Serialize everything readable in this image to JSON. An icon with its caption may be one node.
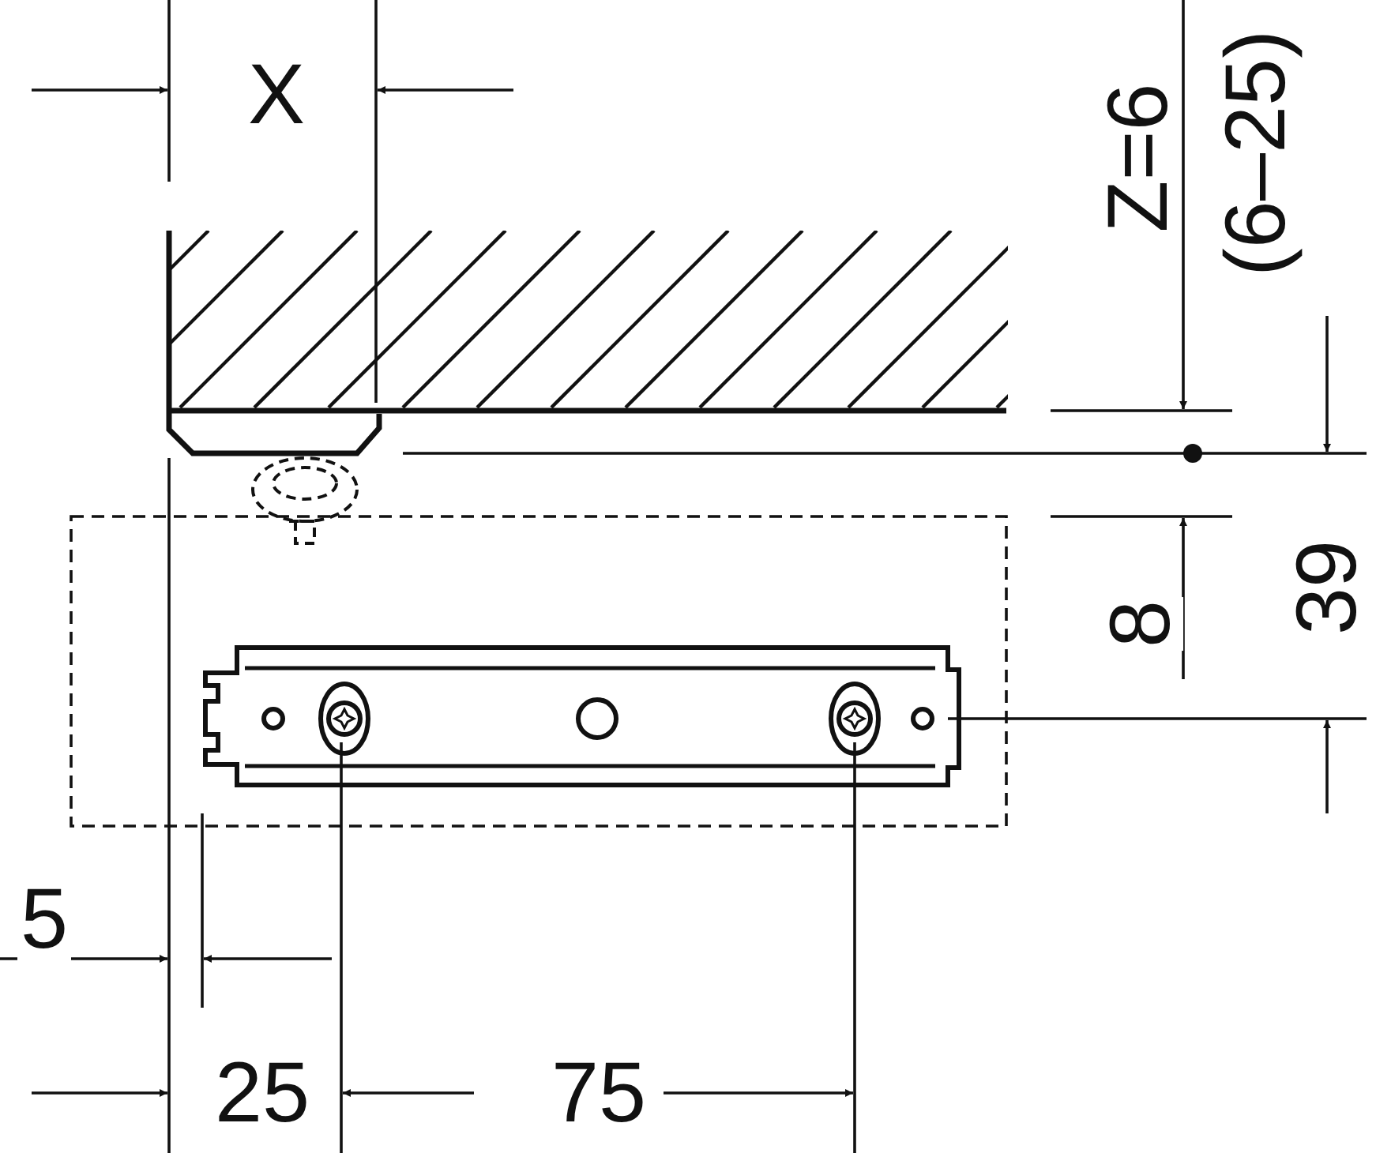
{
  "diagram": {
    "labels": [
      "X",
      "Z=6",
      "(6–25)",
      "8",
      "39",
      "5",
      "25",
      "75"
    ]
  }
}
